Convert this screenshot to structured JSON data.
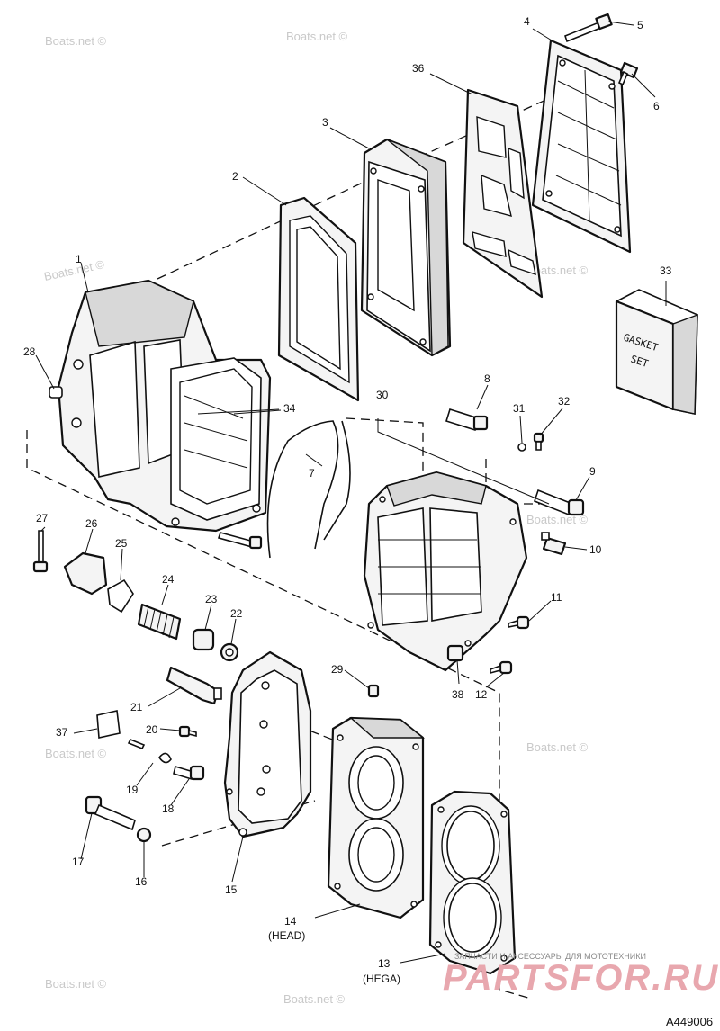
{
  "watermark": "Boats.net ©",
  "callouts": {
    "p1": "1",
    "p2": "2",
    "p3": "3",
    "p4": "4",
    "p5": "5",
    "p6": "6",
    "p7": "7",
    "p8": "8",
    "p9": "9",
    "p10": "10",
    "p11": "11",
    "p12": "12",
    "p13": "13",
    "p14": "14",
    "p15": "15",
    "p16": "16",
    "p17": "17",
    "p18": "18",
    "p19": "19",
    "p20": "20",
    "p21": "21",
    "p22": "22",
    "p23": "23",
    "p24": "24",
    "p25": "25",
    "p26": "26",
    "p27": "27",
    "p28": "28",
    "p29": "29",
    "p30": "30",
    "p31": "31",
    "p32": "32",
    "p33": "33",
    "p34": "34",
    "p36": "36",
    "p37": "37",
    "p38": "38"
  },
  "sublabels": {
    "head": "(HEAD)",
    "hega": "(HEGA)"
  },
  "gasket_box": {
    "line1": "GASKET",
    "line2": "SET"
  },
  "brand": {
    "tagline": "ЗАПЧАСТИ И АКСЕССУАРЫ ДЛЯ МОТОТЕХНИКИ",
    "name": "PARTSFOR.RU"
  },
  "reference_code": "A449006"
}
